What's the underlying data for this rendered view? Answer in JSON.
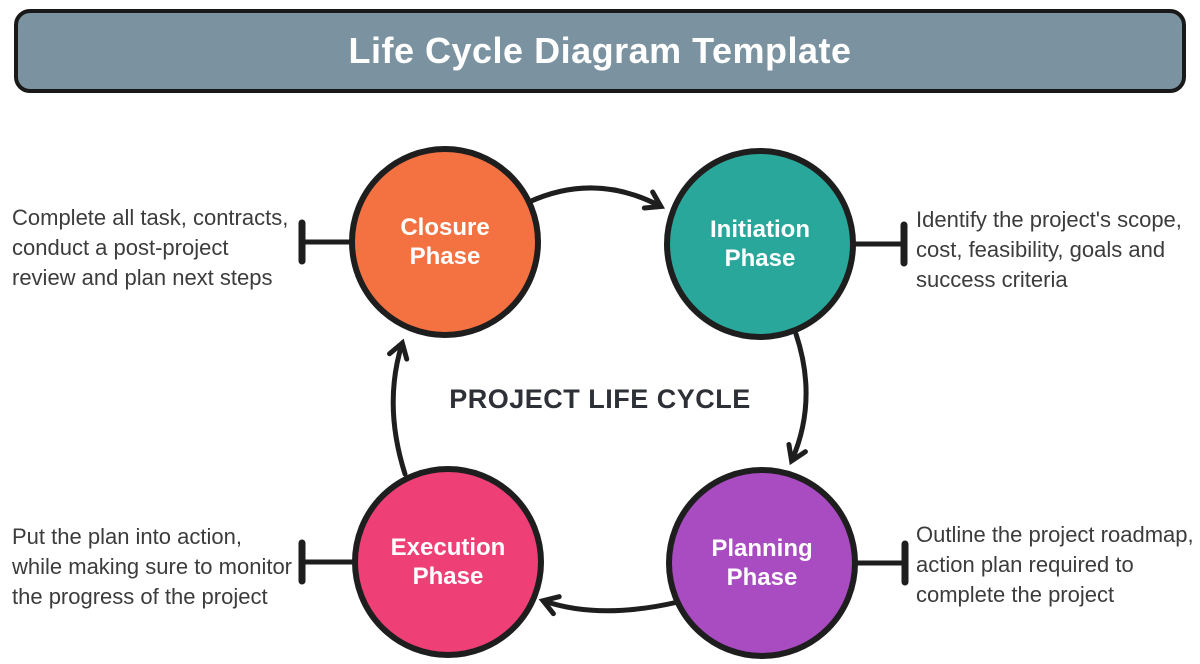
{
  "header": {
    "title": "Life Cycle Diagram Template",
    "bg_color": "#7b93a0",
    "border_color": "#191919",
    "text_color": "#ffffff"
  },
  "center_label": "PROJECT LIFE CYCLE",
  "line_color": "#1e1e1e",
  "phases": [
    {
      "id": "closure",
      "label": "Closure\nPhase",
      "color": "#f47142",
      "position": "top-left",
      "description": "Complete all task, contracts,\nconduct a post-project\nreview and plan next steps"
    },
    {
      "id": "initiation",
      "label": "Initiation\nPhase",
      "color": "#2aa79b",
      "position": "top-right",
      "description": "Identify the project's scope,\ncost, feasibility, goals and\nsuccess criteria"
    },
    {
      "id": "planning",
      "label": "Planning\nPhase",
      "color": "#a94bc1",
      "position": "bottom-right",
      "description": "Outline the project roadmap,\naction plan required to\ncomplete the project"
    },
    {
      "id": "execution",
      "label": "Execution\nPhase",
      "color": "#ee4077",
      "position": "bottom-left",
      "description": "Put the plan into action,\nwhile making sure to monitor\nthe progress of the project"
    }
  ]
}
